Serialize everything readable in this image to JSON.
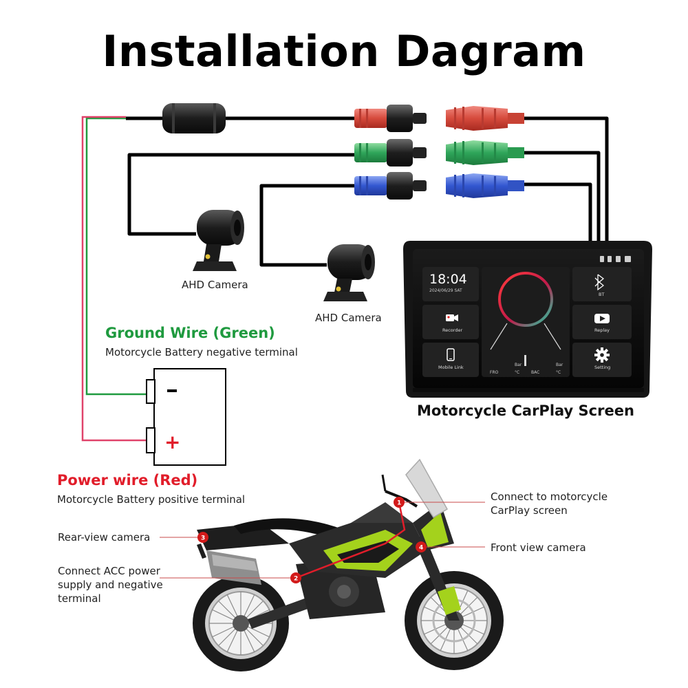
{
  "title": "Installation Dagram",
  "cameras": {
    "left_label": "AHD Camera",
    "right_label": "AHD Camera"
  },
  "ground": {
    "title": "Ground Wire (Green)",
    "desc": "Motorcycle Battery negative terminal"
  },
  "power": {
    "title": "Power wire (Red)",
    "desc": "Motorcycle Battery positive terminal"
  },
  "battery": {
    "minus": "-",
    "plus": "+"
  },
  "screen": {
    "caption": "Motorcycle CarPlay Screen",
    "time": "18:04",
    "date": "2024/06/29 SAT",
    "tiles": {
      "bt": "BT",
      "recorder": "Recorder",
      "replay": "Replay",
      "mobile_link": "Mobile Link",
      "setting": "Setting"
    },
    "gauge": {
      "fro": "FRO",
      "bar_left": "Bar",
      "c_left": "°C",
      "bac": "BAC",
      "bar_right": "Bar",
      "c_right": "°C"
    }
  },
  "callouts": [
    {
      "num": "1",
      "text": "Connect to motorcycle\nCarPlay screen"
    },
    {
      "num": "2",
      "text": "Connect ACC power\nsupply and negative\nterminal"
    },
    {
      "num": "3",
      "text": "Rear-view camera"
    },
    {
      "num": "4",
      "text": "Front view camera"
    }
  ],
  "colors": {
    "red": "#d42a3c",
    "green": "#1f9a3f",
    "blue": "#2f53c8",
    "bike_accent": "#a4d21c",
    "pink_wire": "#e0426a"
  }
}
